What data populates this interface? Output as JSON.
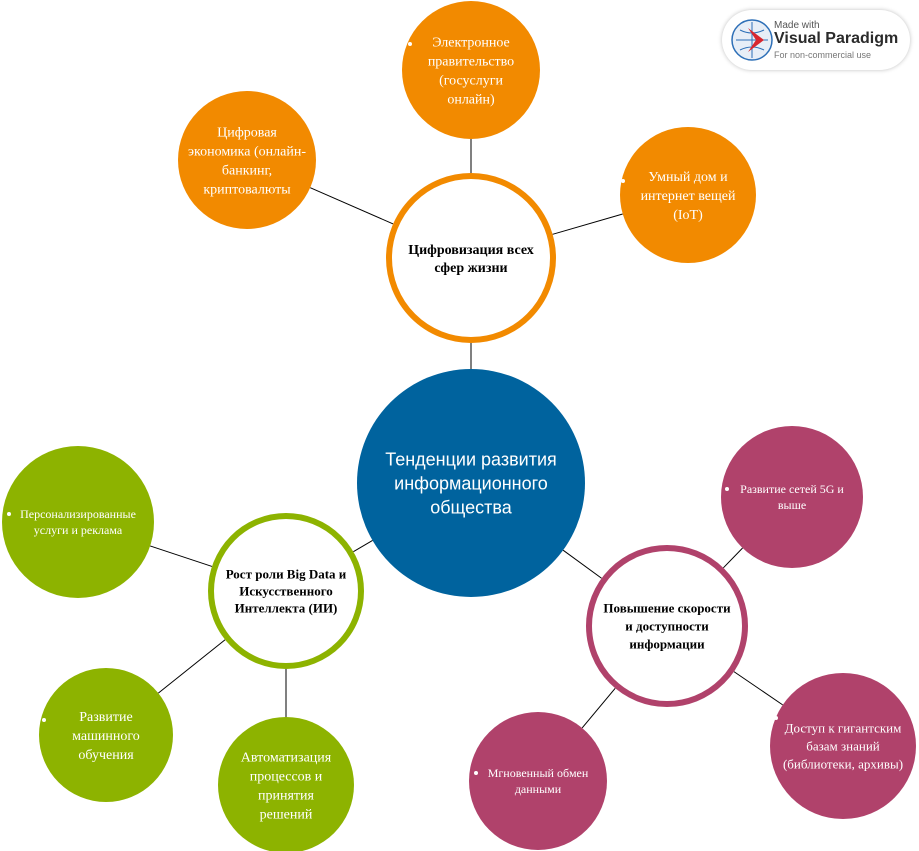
{
  "diagram": {
    "type": "mind-map",
    "colors": {
      "orange": "#f28a00",
      "green": "#8db300",
      "magenta": "#b0426b",
      "blue": "#00639e",
      "line": "#000000",
      "white": "#ffffff"
    },
    "center": {
      "id": "center",
      "lines": [
        "Тенденции развития",
        "информационного",
        "общества"
      ]
    },
    "hubs": [
      {
        "id": "hub-digitalization",
        "color": "orange",
        "lines": [
          "Цифровизация всех",
          "сфер жизни"
        ],
        "children": [
          {
            "id": "leaf-egov",
            "lines": [
              "Электронное",
              "правительство",
              "(госуслуги",
              "онлайн)"
            ]
          },
          {
            "id": "leaf-digital-economy",
            "lines": [
              "Цифровая",
              "экономика (онлайн-",
              "банкинг,",
              "криптовалюты"
            ]
          },
          {
            "id": "leaf-smart-home",
            "lines": [
              "Умный дом и",
              "интернет вещей",
              "(IoT)"
            ]
          }
        ]
      },
      {
        "id": "hub-bigdata",
        "color": "green",
        "lines": [
          "Рост роли Big Data и",
          "Искусственного",
          "Интеллекта (ИИ)"
        ],
        "children": [
          {
            "id": "leaf-personalized",
            "lines": [
              "Персонализированные",
              "услуги и реклама"
            ]
          },
          {
            "id": "leaf-ml",
            "lines": [
              "Развитие",
              "машинного",
              "обучения"
            ]
          },
          {
            "id": "leaf-automation",
            "lines": [
              "Автоматизация",
              "процессов и",
              "принятия",
              "решений"
            ]
          }
        ]
      },
      {
        "id": "hub-speed",
        "color": "magenta",
        "lines": [
          "Повышение скорости",
          "и доступности",
          "информации"
        ],
        "children": [
          {
            "id": "leaf-5g",
            "lines": [
              "Развитие сетей 5G и",
              "выше"
            ]
          },
          {
            "id": "leaf-knowledge",
            "lines": [
              "Доступ к гигантским",
              "базам знаний",
              "(библиотеки, архивы)"
            ]
          },
          {
            "id": "leaf-exchange",
            "lines": [
              "Мгновенный обмен",
              "данными"
            ]
          }
        ]
      }
    ]
  },
  "badge": {
    "made_with": "Made with",
    "brand": "Visual Paradigm",
    "note": "For non-commercial use",
    "colors": {
      "red": "#d8262f",
      "blue": "#2d6fb7"
    }
  }
}
